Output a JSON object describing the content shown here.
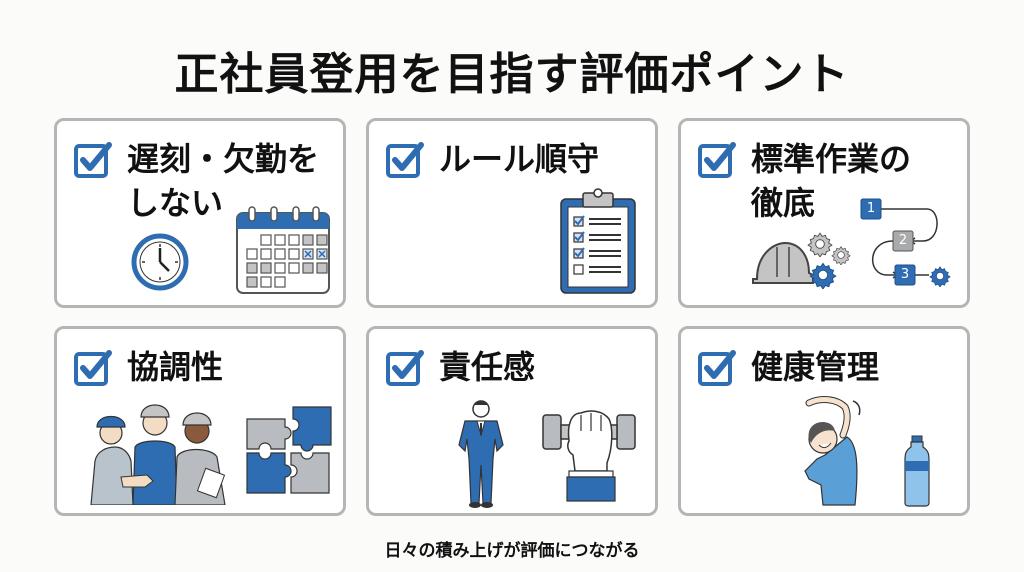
{
  "page": {
    "title": "正社員登用を目指す評価ポイント",
    "footer": "日々の積み上げが評価につながる"
  },
  "colors": {
    "accent_blue": "#2f6db3",
    "gray": "#b5b5b5",
    "card_border": "#b5b5b5",
    "text": "#111111"
  },
  "cards": [
    {
      "title_line1": "遅刻・欠勤を",
      "title_line2": "しない",
      "icons": [
        "clock-icon",
        "calendar-icon"
      ]
    },
    {
      "title_line1": "ルール順守",
      "title_line2": "",
      "icons": [
        "clipboard-checklist-icon"
      ]
    },
    {
      "title_line1": "標準作業の",
      "title_line2": "徹底",
      "icons": [
        "hard-hat-icon",
        "gears-icon",
        "process-steps-icon"
      ],
      "steps": [
        "1",
        "2",
        "3"
      ]
    },
    {
      "title_line1": "協調性",
      "title_line2": "",
      "icons": [
        "workers-handshake-icon",
        "puzzle-icon"
      ]
    },
    {
      "title_line1": "責任感",
      "title_line2": "",
      "icons": [
        "businessman-icon",
        "fist-dumbbell-icon"
      ]
    },
    {
      "title_line1": "健康管理",
      "title_line2": "",
      "icons": [
        "stretching-woman-icon",
        "water-bottle-icon"
      ]
    }
  ]
}
